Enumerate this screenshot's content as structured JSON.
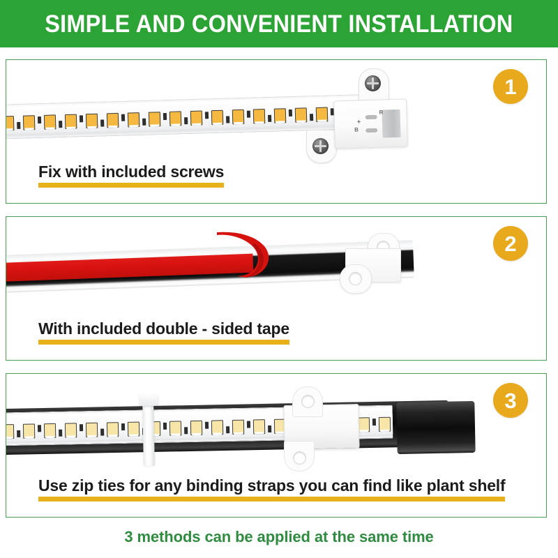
{
  "header": {
    "title": "SIMPLE AND CONVENIENT INSTALLATION",
    "background_color": "#2ba335",
    "text_color": "#ffffff"
  },
  "theme": {
    "panel_border_color": "#4a9a54",
    "badge_color": "#e8a91d",
    "underline_color": "#e8b019",
    "caption_color": "#1b1b1b",
    "footer_color": "#2e8b40",
    "tape_color": "#d6120f",
    "page_background": "#ffffff"
  },
  "panels": [
    {
      "number": "1",
      "caption": "Fix with included screws",
      "image_subject": "led-strip-with-mounting-bracket-and-screws",
      "terminal_labels": {
        "positive": "+",
        "red": "R",
        "black": "B"
      }
    },
    {
      "number": "2",
      "caption": "With included double - sided tape",
      "image_subject": "led-strip-with-red-adhesive-tape-liner-peeling"
    },
    {
      "number": "3",
      "caption": "Use zip ties for any binding straps you can find like plant shelf",
      "image_subject": "led-strip-zip-tied-to-black-pipe"
    }
  ],
  "footer": {
    "note": "3 methods can be applied at the same time"
  }
}
